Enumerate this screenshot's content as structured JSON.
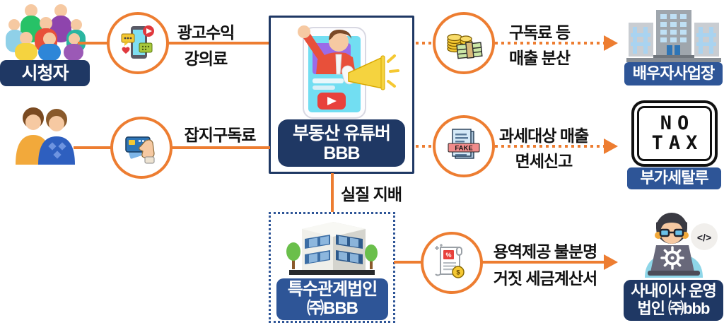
{
  "colors": {
    "arrow_orange": "#ED7D31",
    "navy": "#1F3864",
    "blue": "#2E5597"
  },
  "nodes": {
    "viewers": {
      "label": "시청자"
    },
    "youtuber": {
      "label_line1": "부동산 유튜버",
      "label_line2": "BBB"
    },
    "spouse_business": {
      "label": "배우자사업장"
    },
    "vat_evasion": {
      "icon_line1": "NO",
      "icon_line2": "TAX",
      "label": "부가세탈루"
    },
    "related_corp": {
      "label_line1": "특수관계법인",
      "label_line2": "㈜BBB"
    },
    "director_corp": {
      "label_line1": "사내이사 운영",
      "label_line2": "법인 ㈜bbb"
    }
  },
  "edges": {
    "ad_revenue": {
      "line1": "광고수익",
      "line2": "강의료"
    },
    "magazine_subscription": {
      "line1": "잡지구독료"
    },
    "revenue_split": {
      "line1": "구독료 등",
      "line2": "매출 분산"
    },
    "tax_exempt_report": {
      "line1": "과세대상 매출",
      "line2": "면세신고"
    },
    "de_facto_control": {
      "label": "실질 지배"
    },
    "false_invoice": {
      "line1": "용역제공 불분명",
      "line2": "거짓 세금계산서"
    }
  },
  "icons": {
    "fake_badge": "FAKE",
    "percent_badge": "%",
    "dollar_coin": "$",
    "code_bubble": "</>"
  }
}
